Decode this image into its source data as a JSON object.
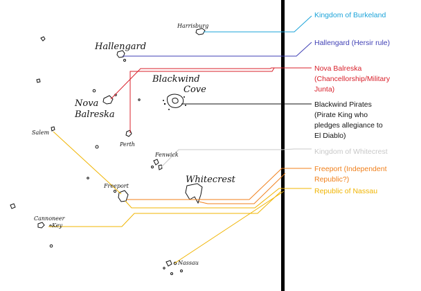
{
  "map": {
    "places": {
      "harrisburg": "Harrisburg",
      "hallengard": "Hallengard",
      "blackwind": "Blackwind",
      "cove": "Cove",
      "nova": "Nova",
      "balreska": "Balreska",
      "salem": "Salem",
      "perth": "Perth",
      "fenwick": "Fenwick",
      "whitecrest": "Whitecrest",
      "freeport": "Freeport",
      "cannoneer": "Cannoneer",
      "key": "Key",
      "nassau": "Nassau"
    }
  },
  "legend": [
    {
      "id": "burkeland",
      "color": "#1aa3d9",
      "lines": [
        "Kingdom of Burkeland"
      ]
    },
    {
      "id": "hallengard",
      "color": "#3f3fb5",
      "lines": [
        "Hallengard (Hersir rule)"
      ]
    },
    {
      "id": "nova",
      "color": "#d81f2a",
      "lines": [
        "Nova Balreska",
        "(Chancellorship/Military",
        "Junta)"
      ]
    },
    {
      "id": "blackwind",
      "color": "#111111",
      "lines": [
        "Blackwind Pirates",
        "(Pirate King who",
        "pledges allegiance to",
        "El Diablo)"
      ]
    },
    {
      "id": "whitecrest",
      "color": "#c8c8c8",
      "lines": [
        "Kingdom of Whitecrest"
      ]
    },
    {
      "id": "freeport",
      "color": "#f07f1a",
      "lines": [
        "Freeport (Independent",
        "Republic?)"
      ]
    },
    {
      "id": "nassau",
      "color": "#f0b400",
      "lines": [
        "Republic of Nassau"
      ]
    }
  ]
}
